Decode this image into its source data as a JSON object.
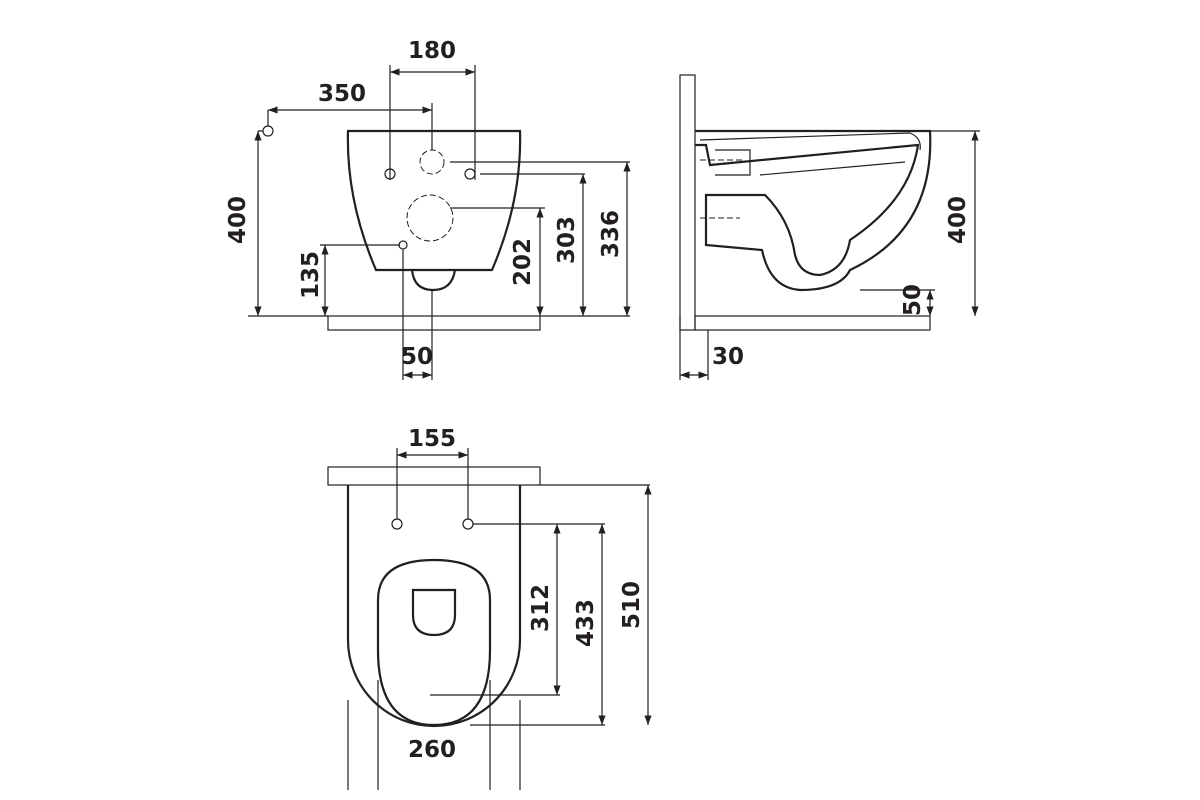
{
  "front_view": {
    "d180": "180",
    "d350": "350",
    "d400": "400",
    "d135": "135",
    "d202": "202",
    "d303": "303",
    "d336": "336",
    "d50": "50"
  },
  "side_view": {
    "d400": "400",
    "d50": "50",
    "d30": "30"
  },
  "top_view": {
    "d155": "155",
    "d312": "312",
    "d433": "433",
    "d510": "510",
    "d260": "260"
  },
  "colors": {
    "ink": "#231f20",
    "background": "#ffffff"
  }
}
